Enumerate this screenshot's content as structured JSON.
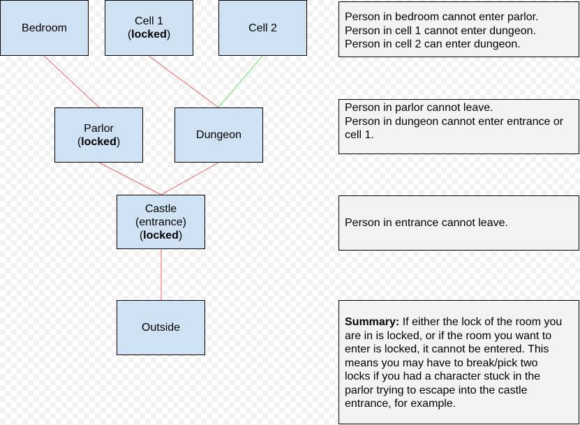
{
  "rooms": {
    "bedroom": {
      "name": "Bedroom"
    },
    "cell1": {
      "name": "Cell 1",
      "lock_open": "(",
      "lock_word": "locked",
      "lock_close": ")"
    },
    "cell2": {
      "name": "Cell 2"
    },
    "parlor": {
      "name": "Parlor",
      "lock_open": "(",
      "lock_word": "locked",
      "lock_close": ")"
    },
    "dungeon": {
      "name": "Dungeon"
    },
    "castle": {
      "name": "Castle",
      "name2": "(entrance)",
      "lock_open": "(",
      "lock_word": "locked",
      "lock_close": ")"
    },
    "outside": {
      "name": "Outside"
    }
  },
  "edges": [
    {
      "from": "Bedroom",
      "to": "Parlor",
      "color": "#e06666"
    },
    {
      "from": "Cell 1",
      "to": "Dungeon",
      "color": "#e06666"
    },
    {
      "from": "Cell 2",
      "to": "Dungeon",
      "color": "#6de36d"
    },
    {
      "from": "Parlor",
      "to": "Castle",
      "color": "#e06666"
    },
    {
      "from": "Dungeon",
      "to": "Castle",
      "color": "#e06666"
    },
    {
      "from": "Castle",
      "to": "Outside",
      "color": "#e06666"
    }
  ],
  "notes": {
    "top": [
      "Person in bedroom cannot enter parlor.",
      "Person in cell 1 cannot enter dungeon.",
      "Person in cell 2 can enter dungeon."
    ],
    "middle": [
      "Person in parlor cannot leave.",
      "Person in dungeon cannot enter entrance or",
      "cell 1."
    ],
    "entrance": "Person in entrance cannot leave.",
    "summary": {
      "label": "Summary:",
      "first_line": " If either the lock of the room you",
      "lines": [
        "are in is locked, or if the room you want to",
        "enter is locked, it cannot be entered. This",
        "means you may have to break/pick two",
        "locks if you had a character stuck in the",
        "parlor trying to escape into the castle",
        "entrance, for example."
      ]
    }
  }
}
